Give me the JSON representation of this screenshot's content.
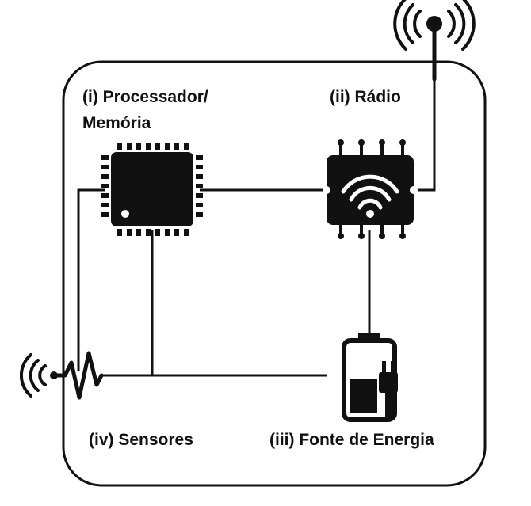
{
  "labels": {
    "processor_line1": "(i) Processador/",
    "processor_line2": "Memória",
    "radio": "(ii) Rádio",
    "power": "(iii) Fonte de Energia",
    "sensors": "(iv) Sensores"
  },
  "icons": {
    "antenna": "radio-antenna-icon",
    "processor": "microchip-icon",
    "radio": "wifi-chip-icon",
    "power": "battery-charging-icon",
    "sensor": "sensor-signal-icon"
  },
  "colors": {
    "stroke": "#111111",
    "background": "#ffffff"
  }
}
